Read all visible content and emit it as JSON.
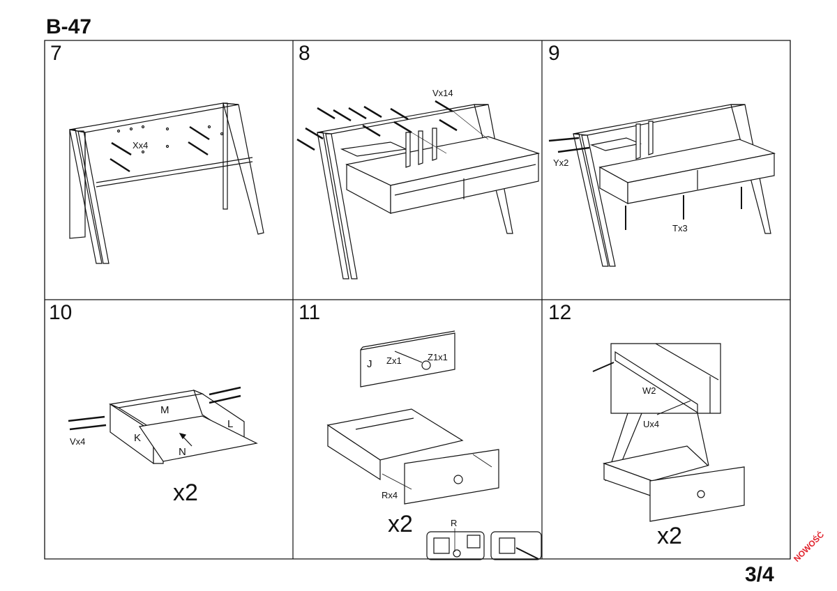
{
  "header": {
    "model": "B-47"
  },
  "steps": [
    {
      "number": "7",
      "labels": [
        "Xx4"
      ]
    },
    {
      "number": "8",
      "labels": [
        "Vx14"
      ]
    },
    {
      "number": "9",
      "labels": [
        "Yx2",
        "Tx3"
      ]
    },
    {
      "number": "10",
      "labels": [
        "M",
        "L",
        "K",
        "N",
        "Vx4"
      ],
      "multiplier": "x2"
    },
    {
      "number": "11",
      "labels": [
        "J",
        "Zx1",
        "Z1x1",
        "Rx4",
        "R"
      ],
      "multiplier": "x2"
    },
    {
      "number": "12",
      "labels": [
        "W2",
        "Ux4"
      ],
      "multiplier": "x2"
    }
  ],
  "footer": {
    "page": "3/4",
    "stamp": "NOWOŚĆ"
  },
  "colors": {
    "line": "#111111",
    "stamp": "#e0202a"
  }
}
